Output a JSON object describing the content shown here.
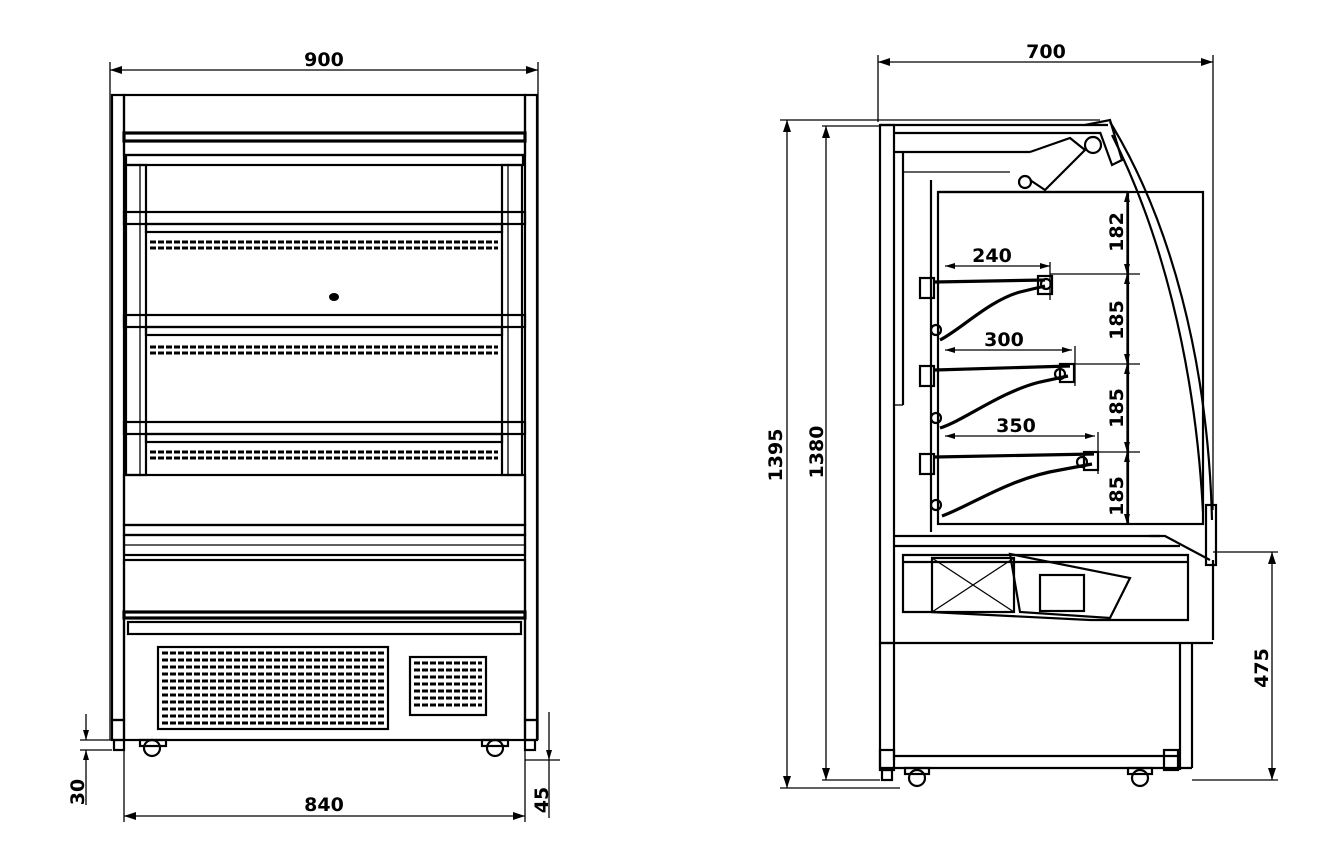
{
  "front_view": {
    "overall_width": "900",
    "base_width": "840",
    "foot_height": "30",
    "wheel_height": "45"
  },
  "side_view": {
    "depth": "700",
    "overall_height": "1395",
    "inner_height": "1380",
    "shelf_depths": [
      "240",
      "300",
      "350"
    ],
    "shelf_spacings": [
      "182",
      "185",
      "185",
      "185"
    ],
    "base_height": "475"
  }
}
